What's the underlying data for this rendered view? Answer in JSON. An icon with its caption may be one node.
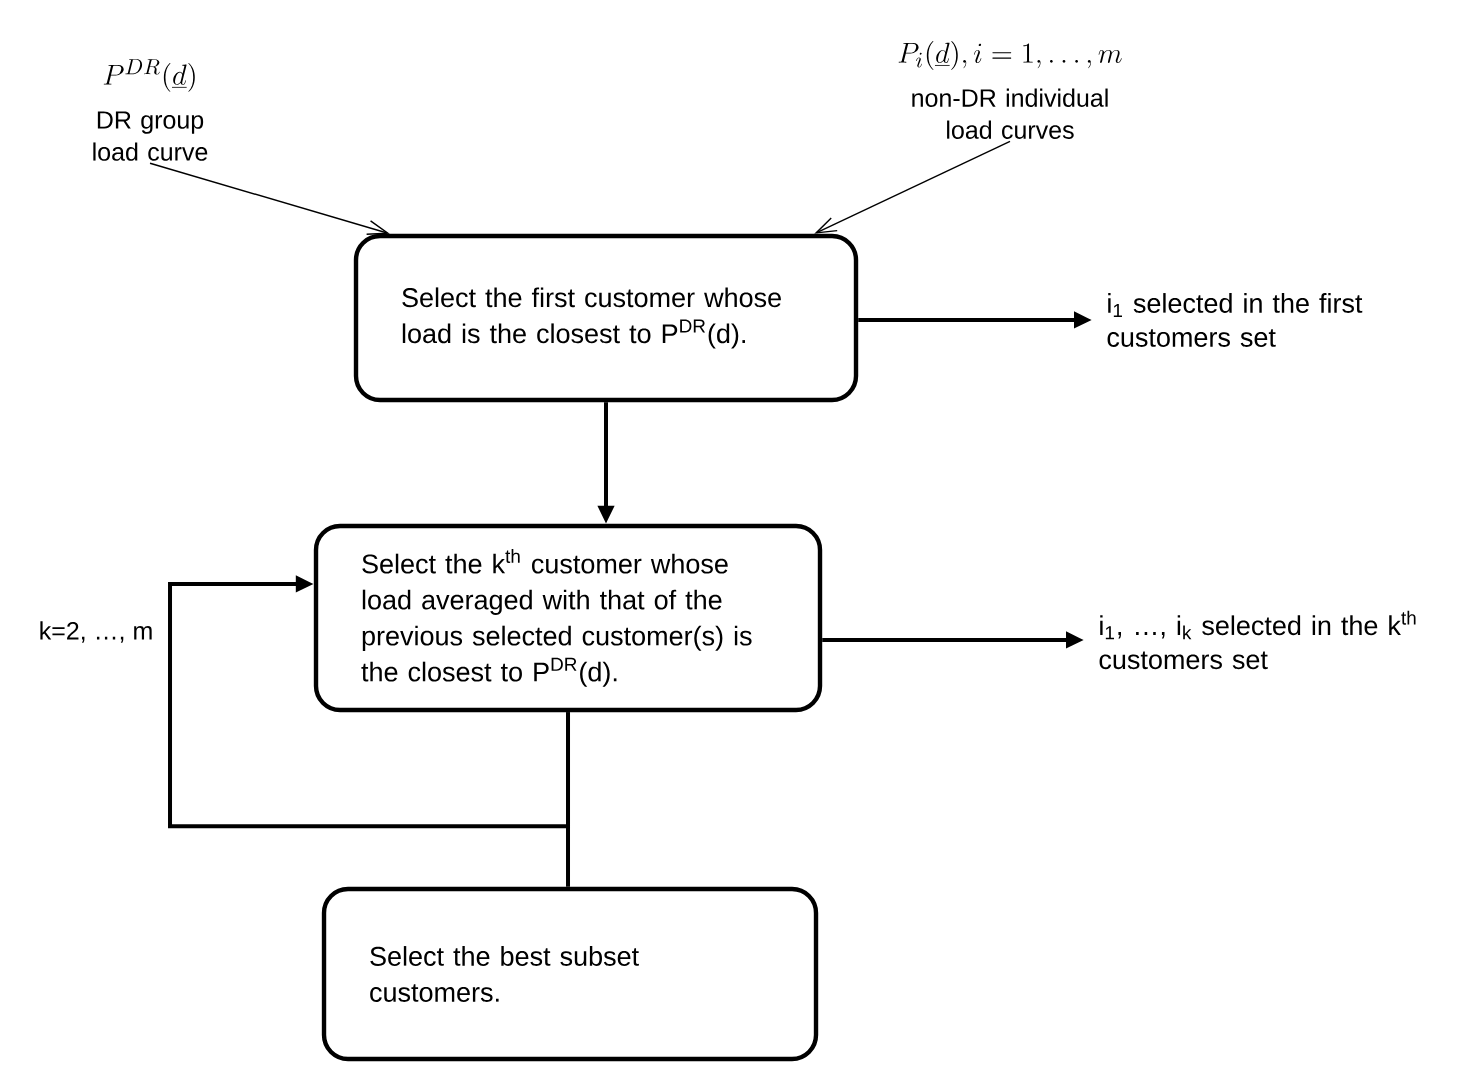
{
  "diagram": {
    "nodes": [
      {
        "text": [
          "P^{DR}(\\underline{d})",
          "DR group load curve"
        ]
      },
      {
        "text": [
          "P_i(\\underline{d}), i = 1, \\ldots, m",
          "non-DR individual load curves"
        ]
      },
      {
        "text": [
          "Select the first customer whose load is the closest to P$^{DR}$(d)."
        ]
      },
      {
        "text": [
          "i$_{1}$ selected in the first customers set"
        ]
      },
      {
        "text": [
          "Select the k$^{th}$ customer whose load averaged with that of the previous selected customer(s) is the closest to P$^{DR}$(d)."
        ]
      },
      {
        "text": [
          "i$_{1}$, …, i$_{k}$ selected in the k$^{th}$ customers set"
        ]
      },
      {
        "text": [
          "Select the best subset customers."
        ]
      }
    ],
    "edges": [
      {
        "from": 0,
        "to": 2,
        "arrow": "to"
      },
      {
        "from": 1,
        "to": 2,
        "arrow": "to"
      },
      {
        "from": 2,
        "to": 3,
        "arrow": "to"
      },
      {
        "from": 2,
        "to": 4,
        "arrow": "to"
      },
      {
        "from": 4,
        "to": 5,
        "arrow": "to"
      },
      {
        "from": 4,
        "to": 4,
        "arrow": "to",
        "label": "k=2, …, m"
      },
      {
        "from": 4,
        "to": 6,
        "arrow": "none"
      }
    ]
  }
}
